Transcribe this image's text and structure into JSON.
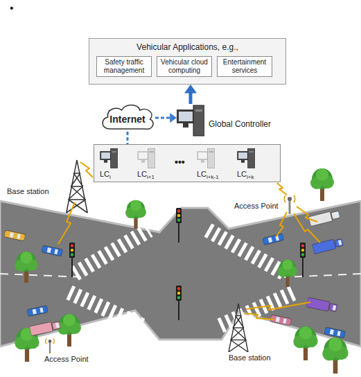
{
  "diagram": {
    "nodes": [
      {
        "text": [
          "Vehicular Applications, e.g.,"
        ]
      },
      {
        "text": [
          "Safety traffic management"
        ],
        "in": 0
      },
      {
        "text": [
          "Vehicular cloud computing"
        ],
        "in": 0
      },
      {
        "text": [
          "Entertainment services"
        ],
        "in": 0
      },
      {
        "text": [
          "Internet"
        ]
      },
      {
        "text": [
          "Global Controller"
        ]
      },
      {
        "text": []
      },
      {
        "text": [
          "LC",
          "i"
        ],
        "in": 6
      },
      {
        "text": [
          "LC",
          "i+1"
        ],
        "in": 6
      },
      {
        "text": [
          "LC",
          "i+k-1"
        ],
        "in": 6
      },
      {
        "text": [
          "LC",
          "i+k"
        ],
        "in": 6
      }
    ],
    "edges": [
      {
        "from": 5,
        "to": 0,
        "arrow": "to"
      },
      {
        "from": 4,
        "to": 5,
        "arrow": "to"
      },
      {
        "from": 4,
        "to": 6,
        "arrow": "none"
      }
    ],
    "labels": [
      "•",
      "•••",
      "Base station",
      "Access Point",
      "Access Point",
      "Base station"
    ]
  }
}
